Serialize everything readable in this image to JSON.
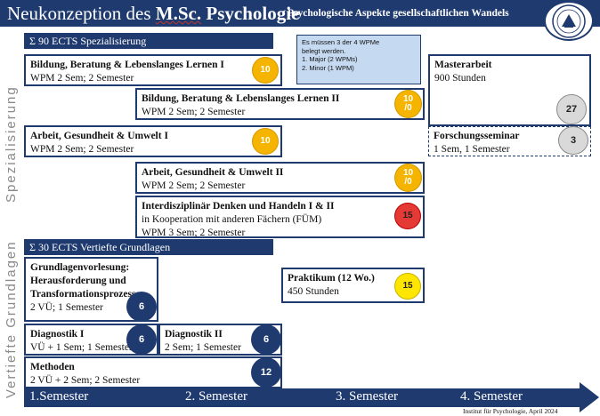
{
  "header": {
    "title_prefix": "Neukonzeption des ",
    "title_msc": "M.Sc.",
    "title_psy": " Psychologie",
    "subtitle": "Psychologische Aspekte gesellschaftlichen Wandels"
  },
  "sections": {
    "spec_bar": "Σ 90 ECTS Spezialisierung",
    "basic_bar": "Σ 30 ECTS Vertiefte Grundlagen",
    "spec_vertical": "Spezialisierung",
    "basic_vertical": "Vertiefte Grundlagen"
  },
  "note": {
    "line1": "Es müssen 3 der 4 WPMe",
    "line2": "belegt werden.",
    "item1": "1.    Major (2 WPMs)",
    "item2": "2.    Minor (1 WPM)"
  },
  "modules": {
    "bbl1": {
      "title": "Bildung, Beratung & Lebenslanges Lernen I",
      "detail": "WPM 2 Sem; 2 Semester",
      "ects": "10"
    },
    "bbl2": {
      "title": "Bildung, Beratung & Lebenslanges Lernen II",
      "detail": "WPM 2 Sem; 2 Semester",
      "ects_top": "10",
      "ects_bot": "/0"
    },
    "agu1": {
      "title": "Arbeit, Gesundheit & Umwelt I",
      "detail": "WPM 2 Sem; 2 Semester",
      "ects": "10"
    },
    "agu2": {
      "title": "Arbeit, Gesundheit & Umwelt II",
      "detail": "WPM 2 Sem; 2 Semester",
      "ects_top": "10",
      "ects_bot": "/0"
    },
    "idh": {
      "title": "Interdisziplinär Denken und Handeln I & II",
      "detail1": "in Kooperation mit anderen Fächern (FÜM)",
      "detail2": "WPM 3 Sem; 2 Semester",
      "ects": "15"
    },
    "master": {
      "title": "Masterarbeit",
      "detail": "900 Stunden",
      "ects": "27"
    },
    "forschung": {
      "title": "Forschungsseminar",
      "detail": "1 Sem, 1 Semester",
      "ects": "3"
    },
    "grundlagen": {
      "title1": "Grundlagenvorlesung:",
      "title2": "Herausforderung und",
      "title3": "Transformationsprozesse",
      "detail": "2 VÜ; 1 Semester",
      "ects": "6"
    },
    "praktikum": {
      "title": "Praktikum (12 Wo.)",
      "detail": "450 Stunden",
      "ects": "15"
    },
    "diag1": {
      "title": "Diagnostik I",
      "detail": "VÜ + 1 Sem; 1 Semester",
      "ects": "6"
    },
    "diag2": {
      "title": "Diagnostik II",
      "detail": "2 Sem; 1 Semester",
      "ects": "6"
    },
    "methoden": {
      "title": "Methoden",
      "detail": "2 VÜ + 2 Sem; 2 Semester",
      "ects": "12"
    }
  },
  "timeline": {
    "sem1": "1.Semester",
    "sem2": "2. Semester",
    "sem3": "3. Semester",
    "sem4": "4. Semester"
  },
  "footer": "Institut für Psychologie, April 2024",
  "colors": {
    "navy": "#1f3a6e",
    "orange": "#f4b400",
    "red": "#e53935",
    "yellow": "#ffe600",
    "note_blue": "#c5d9f1"
  }
}
